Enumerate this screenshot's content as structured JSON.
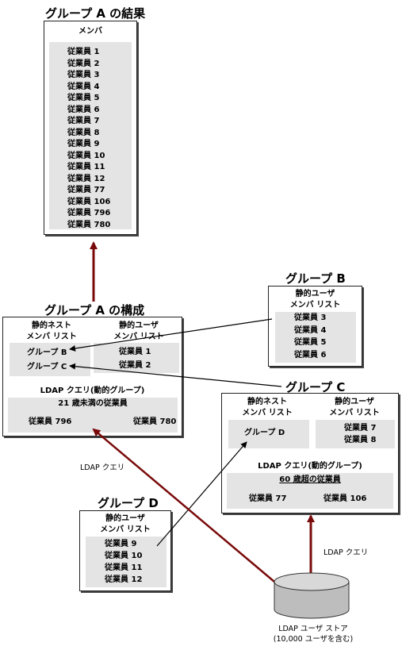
{
  "result_a": {
    "title": "グループ A の結果",
    "members_header": "メンバ",
    "members": [
      "従業員 1",
      "従業員 2",
      "従業員 3",
      "従業員 4",
      "従業員 5",
      "従業員 6",
      "従業員 7",
      "従業員 8",
      "従業員 9",
      "従業員 10",
      "従業員 11",
      "従業員 12",
      "従業員 77",
      "従業員 106",
      "従業員 796",
      "従業員 780"
    ]
  },
  "config_a": {
    "title": "グループ A の構成",
    "static_nest_header_1": "静的ネスト",
    "static_nest_header_2": "メンバ リスト",
    "static_user_header_1": "静的ユーザ",
    "static_user_header_2": "メンバ リスト",
    "nested_groups": [
      "グループ B",
      "グループ C"
    ],
    "static_users": [
      "従業員 1",
      "従業員 2"
    ],
    "ldap_header": "LDAP クエリ(動的グループ)",
    "ldap_query": "21 歳未満の従業員",
    "ldap_results": [
      "従業員 796",
      "従業員 780"
    ]
  },
  "group_b": {
    "title": "グループ B",
    "header_1": "静的ユーザ",
    "header_2": "メンバ リスト",
    "members": [
      "従業員 3",
      "従業員 4",
      "従業員 5",
      "従業員 6"
    ]
  },
  "group_c": {
    "title": "グループ C",
    "static_nest_header_1": "静的ネスト",
    "static_nest_header_2": "メンバ リスト",
    "static_user_header_1": "静的ユーザ",
    "static_user_header_2": "メンバ リスト",
    "nested_groups": [
      "グループ D"
    ],
    "static_users": [
      "従業員 7",
      "従業員 8"
    ],
    "ldap_header": "LDAP クエリ(動的グループ)",
    "ldap_query": "60 歳超の従業員",
    "ldap_results": [
      "従業員 77",
      "従業員 106"
    ]
  },
  "group_d": {
    "title": "グループ D",
    "header_1": "静的ユーザ",
    "header_2": "メンバ リスト",
    "members": [
      "従業員 9",
      "従業員 10",
      "従業員 11",
      "従業員 12"
    ]
  },
  "ldap_store": {
    "label_1": "LDAP ユーザ ストア",
    "label_2": "(10,000 ユーザを含む)"
  },
  "arrows": {
    "ldap_query_label_a": "LDAP クエリ",
    "ldap_query_label_c": "LDAP クエリ"
  },
  "colors": {
    "arrow_dark_red": "#7a0a0a",
    "panel_gray": "#e4e4e4"
  }
}
